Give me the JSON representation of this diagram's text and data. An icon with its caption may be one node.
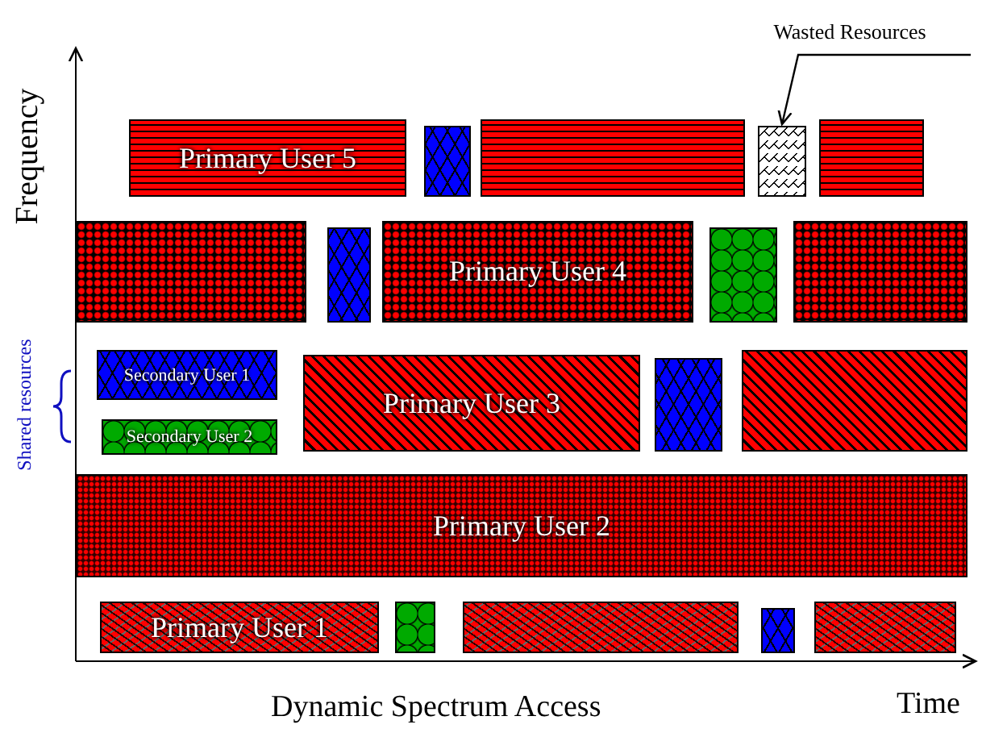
{
  "diagram": {
    "nodes": [
      {
        "text": [
          "Wasted Resources"
        ]
      },
      {
        "text": [
          "Primary User 5"
        ]
      },
      {
        "text": [],
        "shape": "box"
      },
      {
        "text": [],
        "shape": "box"
      },
      {
        "text": [],
        "shape": "box"
      },
      {
        "text": [],
        "shape": "box"
      },
      {
        "text": [],
        "shape": "box"
      },
      {
        "text": [],
        "shape": "box"
      },
      {
        "text": [
          "Primary User 4"
        ]
      },
      {
        "text": [],
        "shape": "box"
      },
      {
        "text": [],
        "shape": "box"
      },
      {
        "text": [
          "Secondary User 1"
        ]
      },
      {
        "text": [
          "Secondary User 2"
        ]
      },
      {
        "text": [
          "Primary User 3"
        ]
      },
      {
        "text": [],
        "shape": "box"
      },
      {
        "text": [],
        "shape": "box"
      },
      {
        "text": [
          "Primary User 2"
        ]
      },
      {
        "text": [
          "Primary User 1"
        ]
      },
      {
        "text": [],
        "shape": "box"
      },
      {
        "text": [],
        "shape": "box"
      },
      {
        "text": [],
        "shape": "box"
      },
      {
        "text": [],
        "shape": "box"
      }
    ],
    "edges": [
      {
        "from": 0,
        "to": 4,
        "arrow": "to"
      }
    ],
    "labels": [
      "Frequency",
      "Shared resources",
      "Dynamic Spectrum Access",
      "Time"
    ]
  }
}
